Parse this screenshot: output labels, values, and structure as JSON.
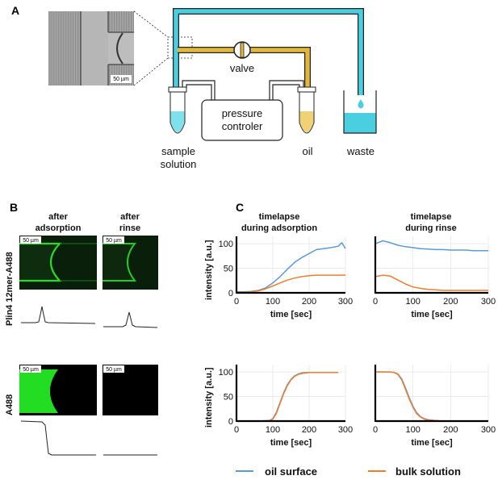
{
  "panels": {
    "a": "A",
    "b": "B",
    "c": "C"
  },
  "setup": {
    "valve": "valve",
    "pressure_line1": "pressure",
    "pressure_line2": "controler",
    "sample_line1": "sample",
    "sample_line2": "solution",
    "oil": "oil",
    "waste": "waste",
    "scale_bar": "50 µm"
  },
  "colors": {
    "cyan_tube": "#49cfdf",
    "yellow_tube": "#e2b73c",
    "oil_series": "#5b9bd5",
    "bulk_series": "#ed7d31",
    "green_fluor": "#22dd22"
  },
  "images": {
    "col1_line1": "after",
    "col1_line2": "adsorption",
    "col2_line1": "after",
    "col2_line2": "rinse",
    "row1_label": "Plin4 12mer-A488",
    "row2_label": "A488",
    "scale": "50 µm"
  },
  "charts": {
    "col1_line1": "timelapse",
    "col1_line2": "during adsorption",
    "col2_line1": "timelapse",
    "col2_line2": "during rinse",
    "ylabel": "intensity [a.u.]",
    "xlabel": "time [sec]"
  },
  "legend": {
    "oil": "oil surface",
    "bulk": "bulk solution"
  },
  "chart_data": [
    {
      "type": "line",
      "title": "timelapse during adsorption",
      "xlabel": "time [sec]",
      "ylabel": "intensity [a.u.]",
      "xlim": [
        0,
        300
      ],
      "ylim": [
        0,
        115
      ],
      "xticks": [
        0,
        100,
        200,
        300
      ],
      "yticks": [
        0,
        50,
        100
      ],
      "series": [
        {
          "name": "oil surface",
          "x": [
            0,
            20,
            40,
            60,
            80,
            100,
            120,
            140,
            160,
            180,
            200,
            220,
            240,
            260,
            280,
            290,
            300
          ],
          "y": [
            2,
            2,
            3,
            5,
            10,
            20,
            33,
            48,
            62,
            72,
            80,
            88,
            90,
            92,
            95,
            102,
            90
          ]
        },
        {
          "name": "bulk solution",
          "x": [
            0,
            20,
            40,
            60,
            80,
            100,
            120,
            140,
            160,
            180,
            200,
            220,
            240,
            260,
            280,
            300
          ],
          "y": [
            1,
            1,
            2,
            4,
            8,
            14,
            20,
            26,
            30,
            33,
            35,
            36,
            36,
            36,
            36,
            36
          ]
        }
      ]
    },
    {
      "type": "line",
      "title": "timelapse during rinse",
      "xlabel": "time [sec]",
      "ylabel": "intensity [a.u.]",
      "xlim": [
        0,
        300
      ],
      "ylim": [
        0,
        115
      ],
      "xticks": [
        0,
        100,
        200,
        300
      ],
      "yticks": [],
      "series": [
        {
          "name": "oil surface",
          "x": [
            0,
            20,
            40,
            60,
            80,
            100,
            120,
            140,
            160,
            180,
            200,
            220,
            240,
            260,
            280,
            300
          ],
          "y": [
            100,
            106,
            102,
            97,
            94,
            92,
            90,
            89,
            88,
            88,
            87,
            87,
            87,
            86,
            86,
            86
          ]
        },
        {
          "name": "bulk solution",
          "x": [
            0,
            20,
            40,
            60,
            80,
            100,
            120,
            140,
            160,
            180,
            200,
            220,
            240,
            260,
            280,
            300
          ],
          "y": [
            33,
            36,
            34,
            26,
            18,
            12,
            9,
            7,
            6,
            5,
            5,
            5,
            5,
            5,
            5,
            5
          ]
        }
      ]
    },
    {
      "type": "line",
      "xlabel": "time [sec]",
      "ylabel": "intensity [a.u.]",
      "xlim": [
        0,
        300
      ],
      "ylim": [
        0,
        115
      ],
      "xticks": [
        0,
        100,
        200,
        300
      ],
      "yticks": [
        0,
        50,
        100
      ],
      "series": [
        {
          "name": "oil surface",
          "x": [
            0,
            60,
            90,
            100,
            110,
            120,
            130,
            140,
            150,
            160,
            170,
            180,
            200,
            220,
            240,
            260,
            280
          ],
          "y": [
            0,
            0,
            1,
            5,
            18,
            38,
            58,
            74,
            85,
            92,
            96,
            98,
            99,
            99,
            99,
            99,
            99
          ]
        },
        {
          "name": "bulk solution",
          "x": [
            0,
            60,
            90,
            100,
            110,
            120,
            130,
            140,
            150,
            160,
            170,
            180,
            200,
            220,
            240,
            260,
            280
          ],
          "y": [
            0,
            0,
            1,
            4,
            16,
            36,
            56,
            72,
            84,
            91,
            95,
            97,
            99,
            99,
            99,
            99,
            99
          ]
        }
      ]
    },
    {
      "type": "line",
      "xlabel": "time [sec]",
      "ylabel": "intensity [a.u.]",
      "xlim": [
        0,
        300
      ],
      "ylim": [
        0,
        115
      ],
      "xticks": [
        0,
        100,
        200,
        300
      ],
      "yticks": [],
      "series": [
        {
          "name": "oil surface",
          "x": [
            0,
            20,
            40,
            50,
            60,
            70,
            80,
            90,
            100,
            110,
            120,
            130,
            140,
            160,
            180,
            200,
            240,
            280
          ],
          "y": [
            100,
            100,
            100,
            99,
            96,
            86,
            68,
            48,
            30,
            17,
            9,
            5,
            3,
            1,
            0,
            0,
            0,
            0
          ]
        },
        {
          "name": "bulk solution",
          "x": [
            0,
            20,
            40,
            50,
            60,
            70,
            80,
            90,
            100,
            110,
            120,
            130,
            140,
            160,
            180,
            200,
            240,
            280
          ],
          "y": [
            100,
            100,
            100,
            99,
            95,
            84,
            65,
            45,
            28,
            15,
            8,
            4,
            2,
            1,
            0,
            0,
            0,
            0
          ]
        }
      ]
    }
  ]
}
